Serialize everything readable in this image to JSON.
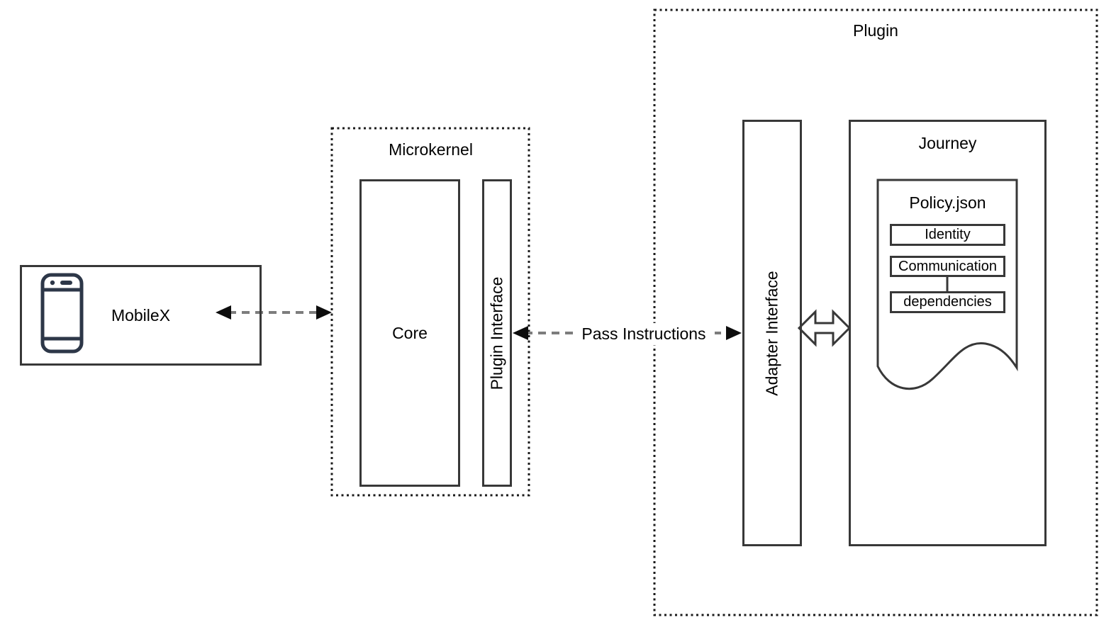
{
  "diagram": {
    "mobilex": {
      "label": "MobileX"
    },
    "microkernel": {
      "title": "Microkernel",
      "core_label": "Core",
      "plugin_interface_label": "Plugin Interface"
    },
    "pass_instructions": {
      "label": "Pass Instructions"
    },
    "plugin": {
      "title": "Plugin",
      "adapter_interface_label": "Adapter Interface",
      "journey": {
        "title": "Journey",
        "policy": {
          "title": "Policy.json",
          "items": [
            {
              "label": "Identity"
            },
            {
              "label": "Communication"
            },
            {
              "label": "dependencies"
            }
          ]
        }
      }
    },
    "colors": {
      "box_border": "#383838",
      "dotted_border": "#1b1b1b",
      "dash_line": "#7d7d7d",
      "arrowhead": "#0d0d0d",
      "phone_icon": "#2d3748",
      "text": "#000000",
      "background": "#ffffff"
    }
  }
}
